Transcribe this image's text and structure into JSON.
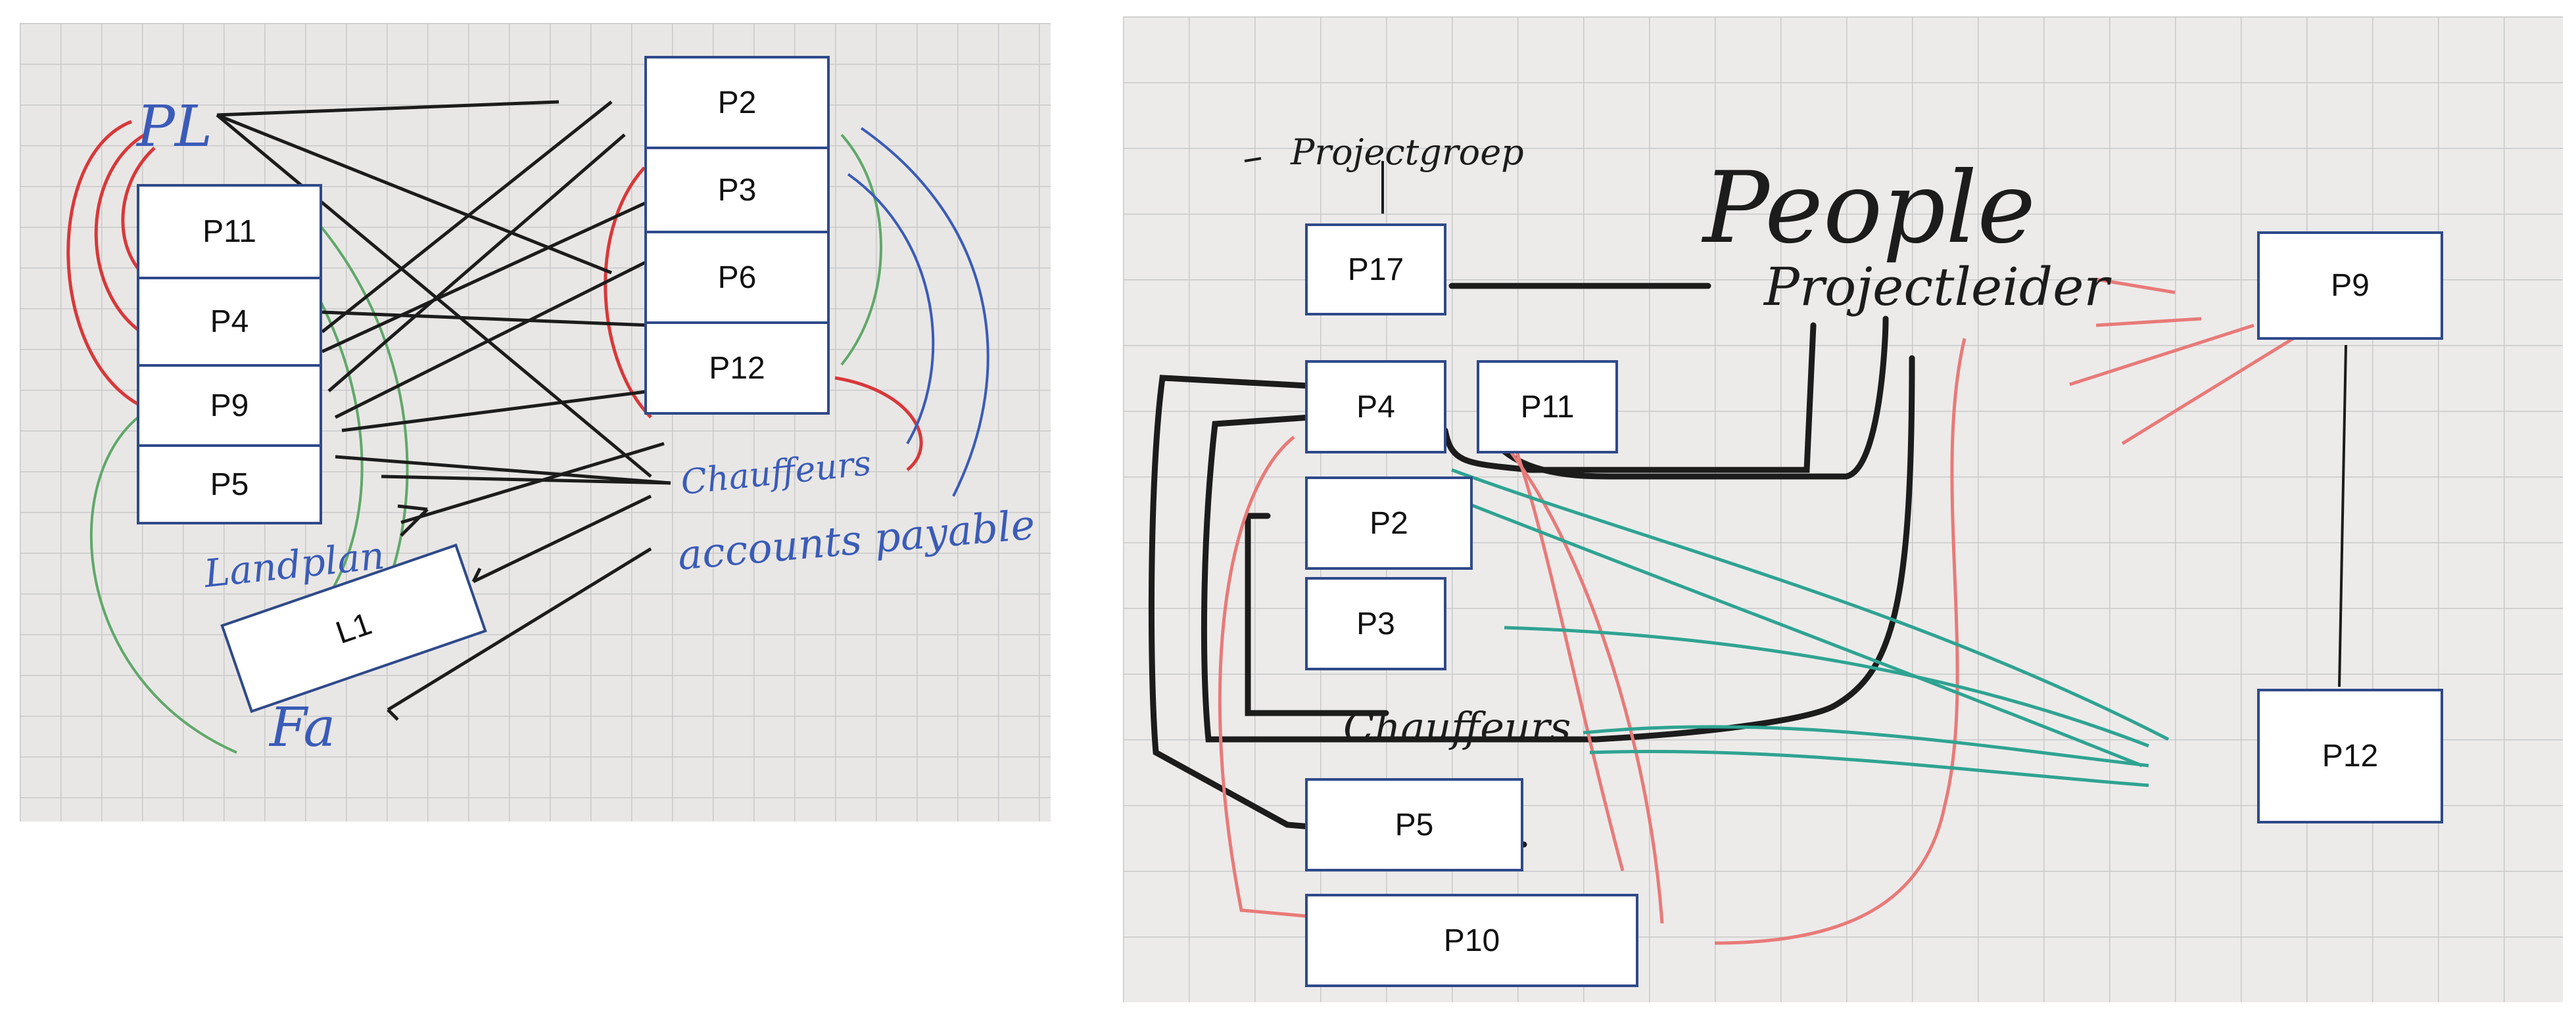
{
  "left_board": {
    "handwriting": {
      "pl": "PL",
      "chauffeurs": "Chauffeurs",
      "accounts_payable": "accounts payable",
      "landplan": "Landplan",
      "fa": "Fa"
    },
    "boxes": {
      "p2": "P2",
      "p3": "P3",
      "p6": "P6",
      "p12": "P12",
      "p11": "P11",
      "p4": "P4",
      "p9": "P9",
      "p5": "P5",
      "l1": "L1"
    }
  },
  "right_board": {
    "handwriting": {
      "projectgroep": "Projectgroep",
      "people": "People",
      "projectleider": "Projectleider",
      "chauffeurs": "Chauffeurs"
    },
    "boxes": {
      "p17": "P17",
      "p4": "P4",
      "p11": "P11",
      "p2": "P2",
      "p3": "P3",
      "p5": "P5",
      "p10": "P10",
      "p9": "P9",
      "p12": "P12"
    }
  },
  "colors": {
    "box_border": "#2f4a8a",
    "ink_black": "#1c1c1c",
    "ink_blue": "#3a5bb8",
    "ink_red": "#d8383a",
    "ink_green": "#5fa86a",
    "ink_teal": "#2fa392",
    "ink_pink": "#e87a78"
  }
}
